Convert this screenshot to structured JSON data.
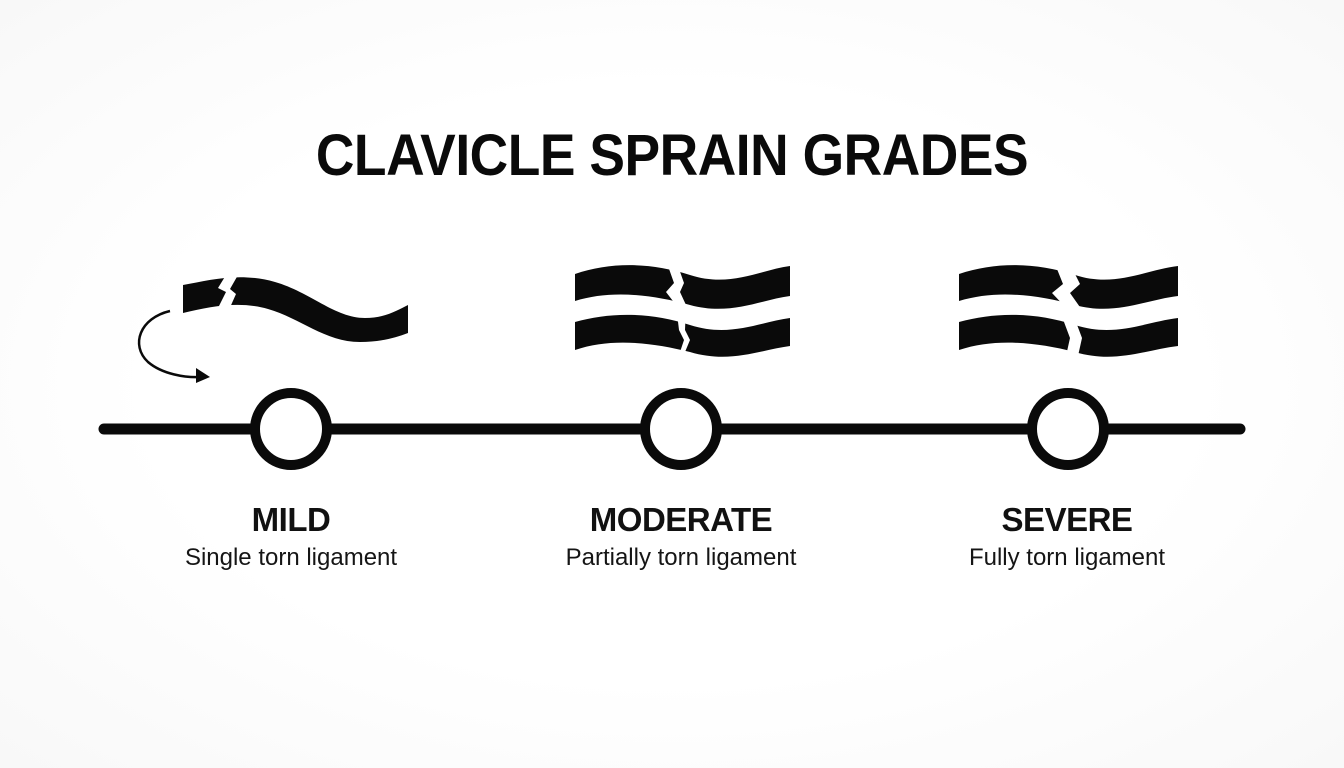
{
  "title": "CLAVICLE SPRAIN GRADES",
  "grades": [
    {
      "name": "MILD",
      "description": "Single torn ligament",
      "icon": "single-torn-ligament-icon"
    },
    {
      "name": "MODERATE",
      "description": "Partially torn ligament",
      "icon": "partially-torn-ligament-icon"
    },
    {
      "name": "SEVERE",
      "description": "Fully torn ligament",
      "icon": "fully-torn-ligament-icon"
    }
  ],
  "colors": {
    "ink": "#0a0a0a",
    "background": "#ffffff"
  }
}
